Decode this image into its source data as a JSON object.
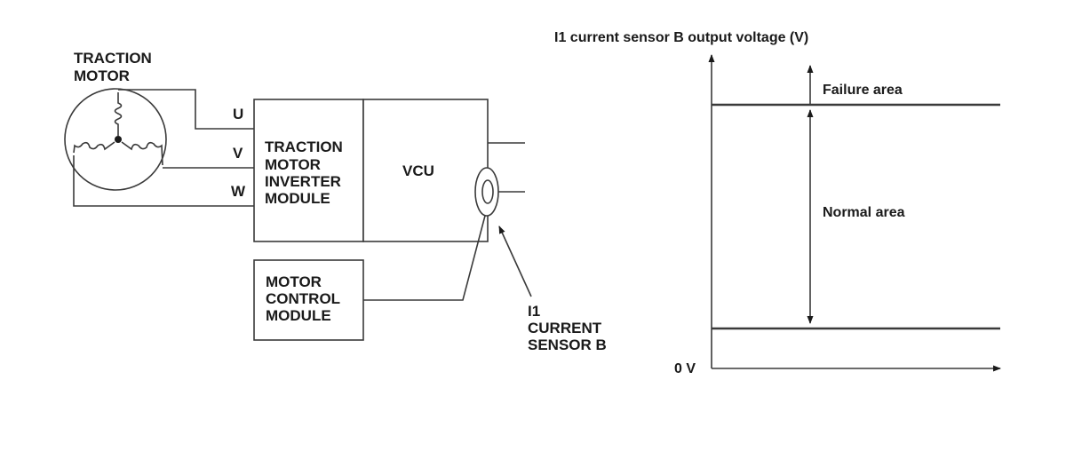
{
  "diagram": {
    "traction_motor": {
      "line1": "TRACTION",
      "line2": "MOTOR"
    },
    "phases": {
      "u": "U",
      "v": "V",
      "w": "W"
    },
    "inverter": {
      "line1": "TRACTION",
      "line2": "MOTOR",
      "line3": "INVERTER",
      "line4": "MODULE"
    },
    "vcu": "VCU",
    "mcm": {
      "line1": "MOTOR",
      "line2": "CONTROL",
      "line3": "MODULE"
    },
    "sensor": {
      "line1": "I1",
      "line2": "CURRENT",
      "line3": "SENSOR B"
    }
  },
  "graph": {
    "title": "I1 current sensor B output voltage (V)",
    "failure_label": "Failure area",
    "normal_label": "Normal area",
    "zero_label": "0 V"
  }
}
